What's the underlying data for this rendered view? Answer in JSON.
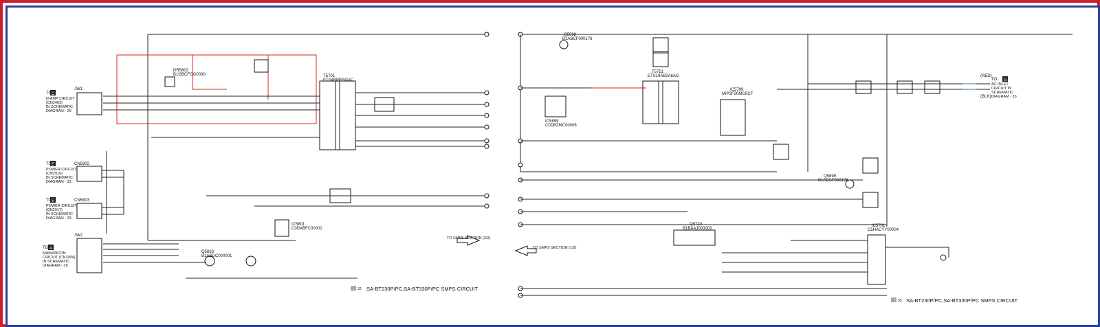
{
  "left_sheet": {
    "title_page": "32",
    "title": "SA-BT230P/PC,SA-BT330P/PC SMPS CIRCUIT",
    "arrow_label": "TO SMPS SECTION (2/2)",
    "connectors": [
      {
        "id": "C",
        "lines": [
          "TO",
          "D-AMP CIRCUIT",
          "(CN2403)",
          "IN SCHEMATIC",
          "DIAGRAM - 29"
        ],
        "jack": "JW1"
      },
      {
        "id": "E",
        "lines": [
          "TO",
          "POWER CIRCUIT",
          "(CN2916)",
          "IN SCHEMATIC",
          "DIAGRAM - 33"
        ],
        "jack": "CN5802"
      },
      {
        "id": "E",
        "lines": [
          "TO",
          "POWER CIRCUIT",
          "(CN2917)",
          "IN SCHEMATIC",
          "DIAGRAM - 33"
        ],
        "jack": "CN5803"
      },
      {
        "id": "A",
        "lines": [
          "TO",
          "MAIN/MICON",
          "CIRCUIT (CN2004)",
          "IN SCHEMATIC",
          "DIAGRAM - 25"
        ],
        "jack": "JW2"
      }
    ],
    "parts": [
      {
        "ref": "DR5802",
        "code": "B1GBCFGG0030"
      },
      {
        "ref": "T5701",
        "code": "ETS4BMY5GAC"
      },
      {
        "ref": "IC5801",
        "code": "C0DABFC00002"
      },
      {
        "ref": "Q5863",
        "code": "B1ABGC000001"
      }
    ]
  },
  "right_sheet": {
    "title_page": "33",
    "title": "SA-BT230P/PC,SA-BT330P/PC SMPS CIRCUIT",
    "arrow_label": "TO SMPS SECTION (1/2)",
    "ac_inlet": [
      "(RED)",
      "TO",
      "AC INLET",
      "CIRCUIT IN",
      "SCHEMATIC",
      "DIAGRAM - 33",
      "(BLK)"
    ],
    "ac_inlet_id": "G",
    "parts": [
      {
        "ref": "Q5998",
        "code": "B1ABCF000176"
      },
      {
        "ref": "T5751",
        "code": "ETS19AB2A6AG"
      },
      {
        "ref": "IC5799",
        "code": "MIP3F30MSSCF"
      },
      {
        "ref": "IC5899",
        "code": "C0DBZMC00006"
      },
      {
        "ref": "Q5899",
        "code": "B1ABGF000176"
      },
      {
        "ref": "Q5720",
        "code": "B1BAAJ000003"
      },
      {
        "ref": "IC5701",
        "code": "C5HACYY00004"
      }
    ]
  }
}
